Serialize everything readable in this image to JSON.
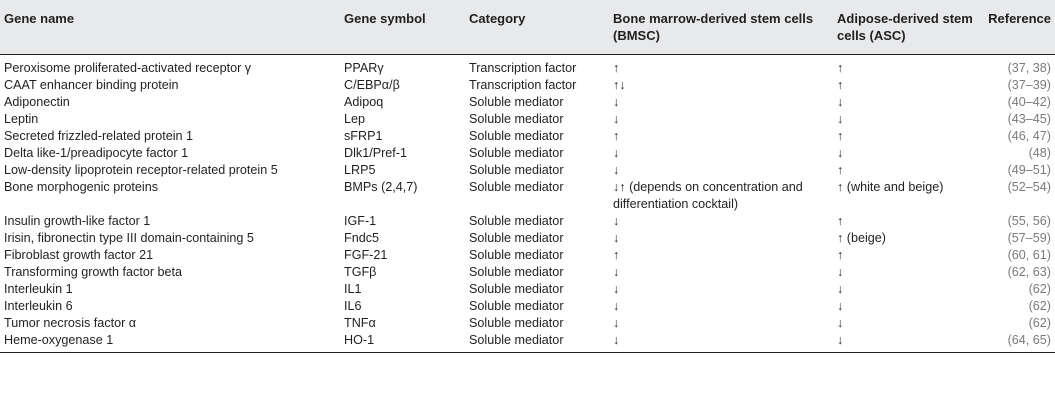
{
  "headers": {
    "gene_name": "Gene name",
    "gene_symbol": "Gene symbol",
    "category": "Category",
    "bmsc": "Bone marrow-derived stem cells (BMSC)",
    "asc": "Adipose-derived stem cells (ASC)",
    "reference": "Reference"
  },
  "rows": [
    {
      "name": "Peroxisome proliferated-activated receptor γ",
      "symbol": "PPARγ",
      "category": "Transcription factor",
      "bmsc": "↑",
      "asc": "↑",
      "ref": "(37, 38)"
    },
    {
      "name": "CAAT enhancer binding protein",
      "symbol": "C/EBPα/β",
      "category": "Transcription factor",
      "bmsc": "↑↓",
      "asc": "↑",
      "ref": "(37–39)"
    },
    {
      "name": "Adiponectin",
      "symbol": "Adipoq",
      "category": "Soluble mediator",
      "bmsc": "↓",
      "asc": "↓",
      "ref": "(40–42)"
    },
    {
      "name": "Leptin",
      "symbol": "Lep",
      "category": "Soluble mediator",
      "bmsc": "↓",
      "asc": "↓",
      "ref": "(43–45)"
    },
    {
      "name": "Secreted frizzled-related protein 1",
      "symbol": "sFRP1",
      "category": "Soluble mediator",
      "bmsc": "↑",
      "asc": "↑",
      "ref": "(46, 47)"
    },
    {
      "name": "Delta like-1/preadipocyte factor 1",
      "symbol": "Dlk1/Pref-1",
      "category": "Soluble mediator",
      "bmsc": "↓",
      "asc": "↓",
      "ref": "(48)"
    },
    {
      "name": "Low-density lipoprotein receptor-related protein 5",
      "symbol": "LRP5",
      "category": "Soluble mediator",
      "bmsc": "↓",
      "asc": "↑",
      "ref": "(49–51)"
    },
    {
      "name": "Bone morphogenic proteins",
      "symbol": "BMPs (2,4,7)",
      "category": "Soluble mediator",
      "bmsc": "↓↑ (depends on concentration and differentiation cocktail)",
      "asc": "↑ (white and beige)",
      "ref": "(52–54)"
    },
    {
      "name": "Insulin growth-like factor 1",
      "symbol": "IGF-1",
      "category": "Soluble mediator",
      "bmsc": "↓",
      "asc": "↑",
      "ref": "(55, 56)"
    },
    {
      "name": "Irisin, fibronectin type III domain-containing 5",
      "symbol": "Fndc5",
      "category": "Soluble mediator",
      "bmsc": "↓",
      "asc": "↑ (beige)",
      "ref": "(57–59)"
    },
    {
      "name": "Fibroblast growth factor 21",
      "symbol": "FGF-21",
      "category": "Soluble mediator",
      "bmsc": "↑",
      "asc": "↑",
      "ref": "(60, 61)"
    },
    {
      "name": "Transforming growth factor beta",
      "symbol": "TGFβ",
      "category": "Soluble mediator",
      "bmsc": "↓",
      "asc": "↓",
      "ref": "(62, 63)"
    },
    {
      "name": "Interleukin 1",
      "symbol": "IL1",
      "category": "Soluble mediator",
      "bmsc": "↓",
      "asc": "↓",
      "ref": "(62)"
    },
    {
      "name": "Interleukin 6",
      "symbol": "IL6",
      "category": "Soluble mediator",
      "bmsc": "↓",
      "asc": "↓",
      "ref": "(62)"
    },
    {
      "name": "Tumor necrosis factor α",
      "symbol": "TNFα",
      "category": "Soluble mediator",
      "bmsc": "↓",
      "asc": "↓",
      "ref": "(62)"
    },
    {
      "name": "Heme-oxygenase 1",
      "symbol": "HO-1",
      "category": "Soluble mediator",
      "bmsc": "↓",
      "asc": "↓",
      "ref": "(64, 65)"
    }
  ]
}
